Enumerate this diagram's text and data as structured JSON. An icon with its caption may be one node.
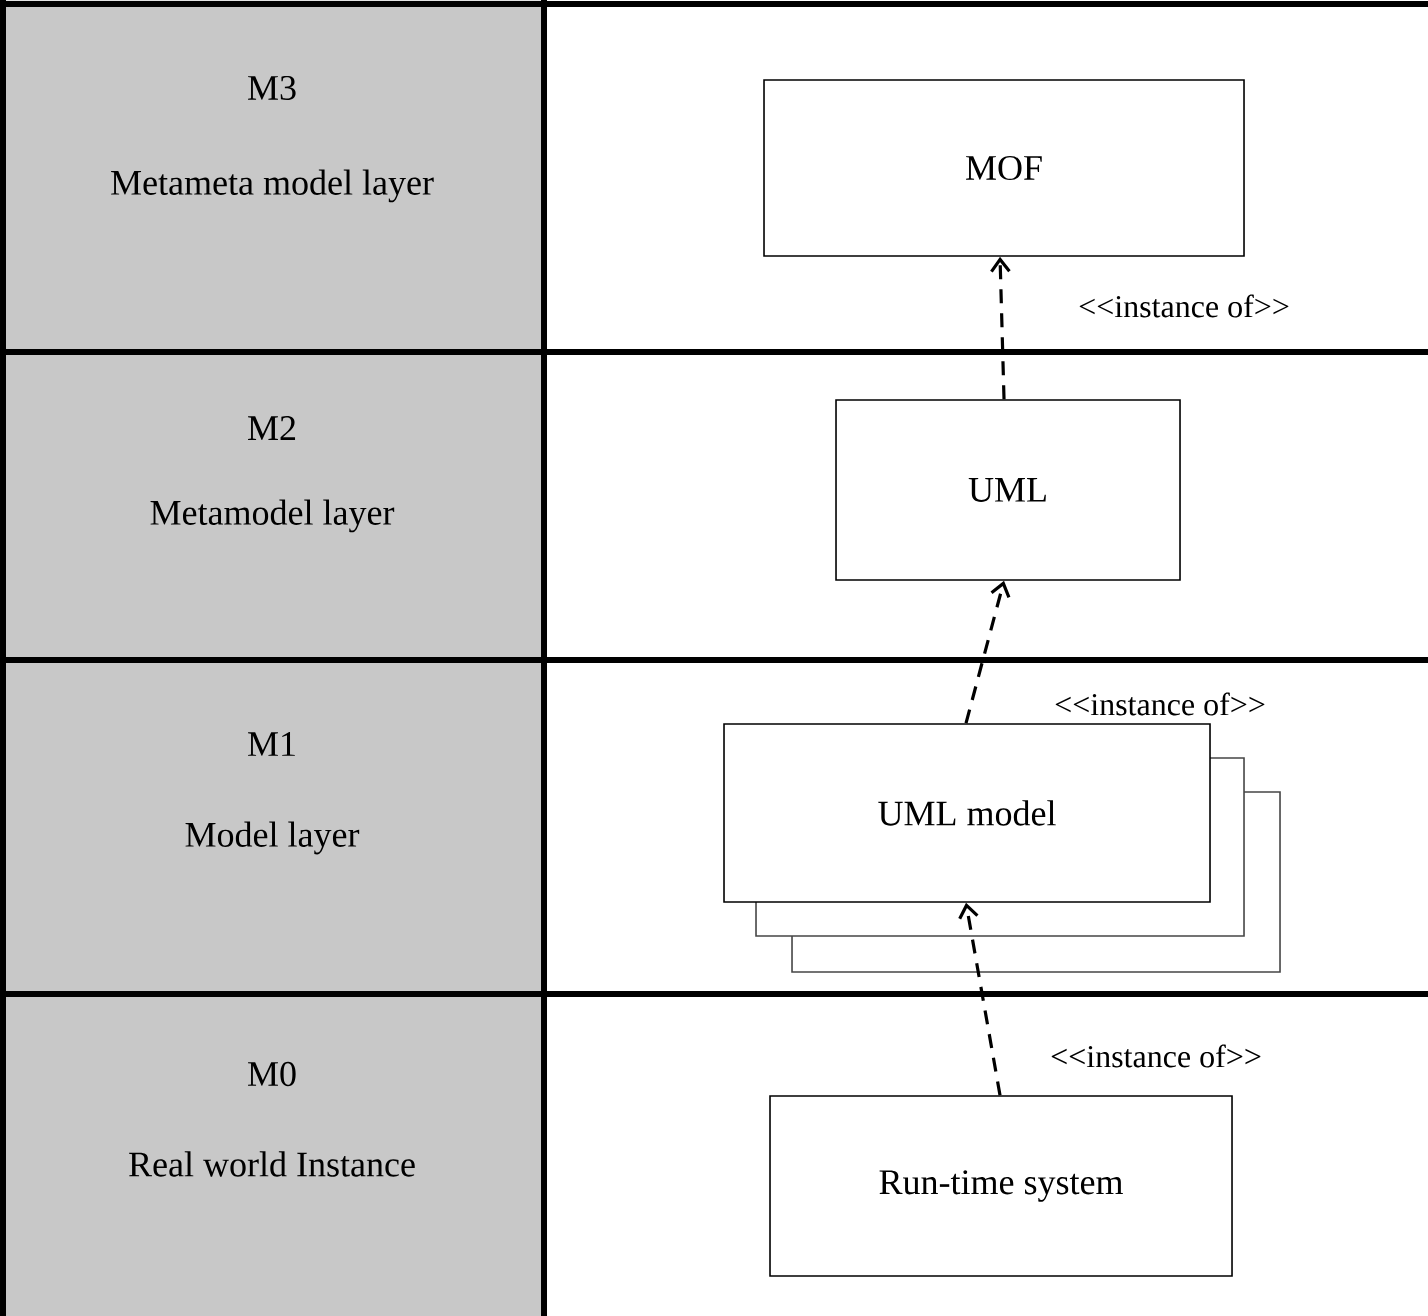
{
  "diagram": {
    "nodes": [
      {
        "text": [
          "M3",
          "Metameta model layer"
        ]
      },
      {
        "text": [
          "M2",
          "Metamodel layer"
        ]
      },
      {
        "text": [
          "M1",
          "Model layer"
        ]
      },
      {
        "text": [
          "M0",
          "Real world Instance"
        ]
      },
      {
        "text": [
          "MOF"
        ]
      },
      {
        "text": [
          "UML"
        ]
      },
      {
        "text": [
          "UML model"
        ]
      },
      {
        "text": [
          "Run-time system"
        ]
      }
    ],
    "edges": [
      {
        "from": 5,
        "to": 4,
        "arrow": "to",
        "style": "dashed",
        "label": "<<instance of>>"
      },
      {
        "from": 6,
        "to": 5,
        "arrow": "to",
        "style": "dashed",
        "label": "<<instance of>>"
      },
      {
        "from": 7,
        "to": 6,
        "arrow": "to",
        "style": "dashed",
        "label": "<<instance of>>"
      }
    ]
  }
}
